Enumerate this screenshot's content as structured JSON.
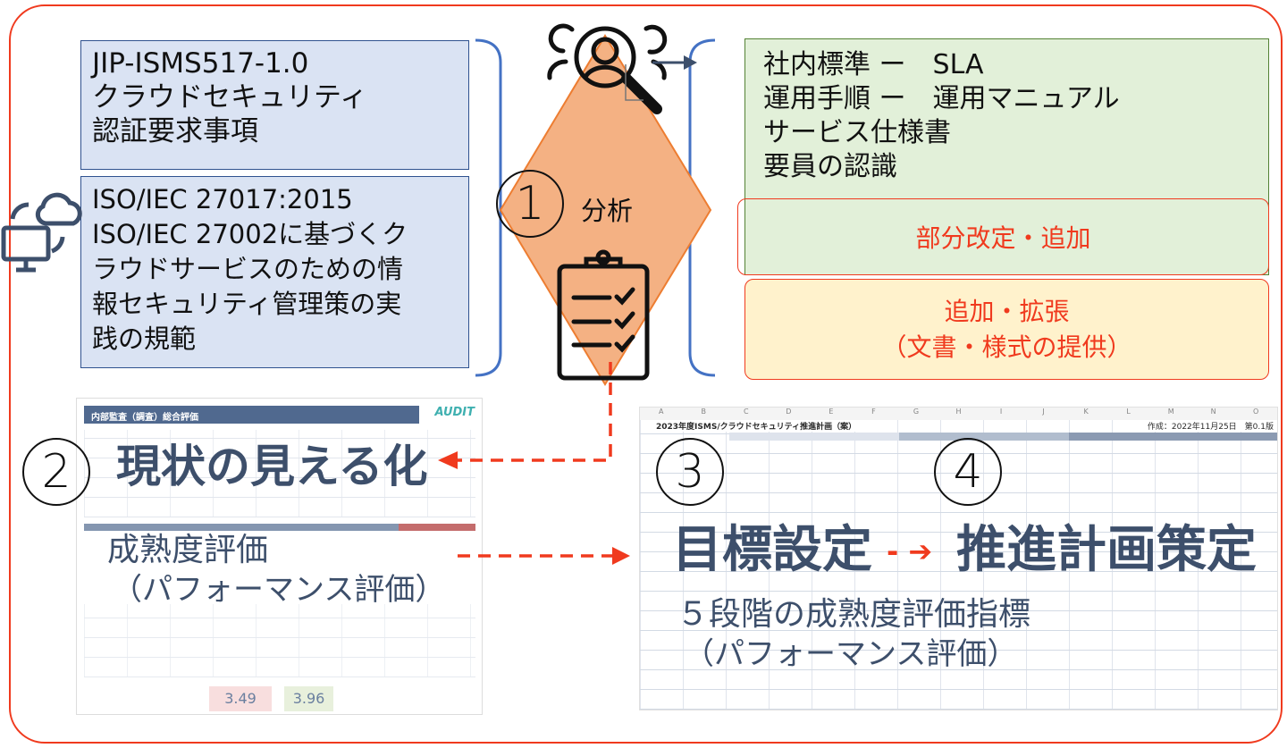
{
  "left_boxes": [
    {
      "lines": [
        "JIP-ISMS517-1.0",
        "クラウドセキュリティ",
        "認証要求事項"
      ]
    },
    {
      "lines": [
        "ISO/IEC 27017:2015",
        "ISO/IEC 27002に基づくク",
        "ラウドサービスのための情",
        "報セキュリティ管理策の実",
        "践の規範"
      ]
    }
  ],
  "center": {
    "step1": "1",
    "label": "分析"
  },
  "right_green": {
    "lines": [
      "社内標準 ー　SLA",
      "運用手順 ー　運用マニュアル",
      "サービス仕様書",
      "要員の認識"
    ]
  },
  "red_box": {
    "text": "部分改定・追加"
  },
  "orange_box": {
    "lines": [
      "追加・拡張",
      "（文書・様式の提供）"
    ]
  },
  "bottom_left": {
    "step": "2",
    "title": "現状の見える化",
    "sub1": "成熟度評価",
    "sub2": "（パフォーマンス評価）",
    "sheet_title": "内部監査（調査）総合評価",
    "logo": "AUDIT",
    "score_current": "3.49",
    "score_target": "3.96"
  },
  "bottom_right": {
    "step3": "3",
    "step4": "4",
    "title_a": "目標設定",
    "arrow": "- ➔",
    "title_b": "推進計画策定",
    "sub1": "５段階の成熟度評価指標",
    "sub2": "（パフォーマンス評価）",
    "sheet_title": "2023年度ISMS/クラウドセキュリティ推進計画（案）",
    "sheet_date": "作成：2022年11月25日　第0.1版",
    "columns": [
      "A",
      "B",
      "C",
      "D",
      "E",
      "F",
      "G",
      "H",
      "I",
      "J",
      "K",
      "L",
      "M",
      "N",
      "O"
    ]
  },
  "colors": {
    "accent_red": "#f03a1e",
    "navy": "#3d4f6b",
    "blue_box": "#dae3f3",
    "green_box": "#e2f0d9",
    "orange_box": "#fff2cc",
    "diamond": "#f4b183"
  }
}
